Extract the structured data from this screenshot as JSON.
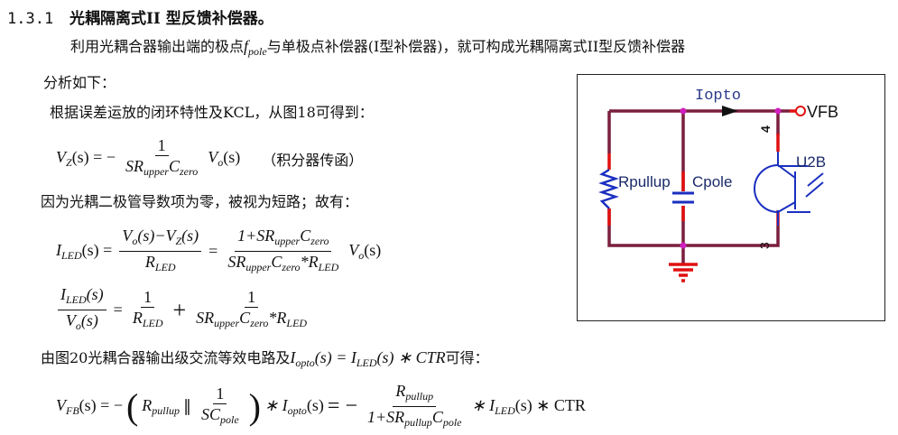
{
  "heading": {
    "number": "1.3.1",
    "title": "光耦隔离式II 型反馈补偿器。"
  },
  "para1": {
    "a": "利用光耦合器输出端的极点",
    "f": "f",
    "f_sub": "pole",
    "b": "与单极点补偿器(I型补偿器)，就可构成光耦隔离式II型反馈补偿器"
  },
  "para2": "分析如下：",
  "para3": "根据误差运放的闭环特性及KCL，从图18可得到：",
  "eq1": {
    "lhs": "V",
    "lhs_sub": "Z",
    "s": "(s) = −",
    "num": "1",
    "den": "SR",
    "den_sub1": "upper",
    "den_c": "C",
    "den_sub2": "zero",
    "rhs": "V",
    "rhs_sub": "o",
    "rhs_s": "(s)",
    "note": "（积分器传函）"
  },
  "para4": "因为光耦二极管导数项为零，被视为短路；故有：",
  "eq2": {
    "lhs": "I",
    "lhs_sub": "LED",
    "s": "(s) =",
    "num1": "V",
    "num1_sub": "o",
    "num1_b": "(s)−V",
    "num1_sub2": "Z",
    "num1_c": "(s)",
    "den1": "R",
    "den1_sub": "LED",
    "eq": "=",
    "num2": "1+SR",
    "num2_sub1": "upper",
    "num2_c": "C",
    "num2_sub2": "zero",
    "den2": "SR",
    "den2_sub1": "upper",
    "den2_c": "C",
    "den2_sub2": "zero",
    "den2_d": "*R",
    "den2_sub3": "LED",
    "rhs": "V",
    "rhs_sub": "o",
    "rhs_s": "(s)"
  },
  "eq3": {
    "num": "I",
    "num_sub": "LED",
    "num_s": "(s)",
    "den": "V",
    "den_sub": "o",
    "den_s": "(s)",
    "eq": "=",
    "n1": "1",
    "d1": "R",
    "d1_sub": "LED",
    "plus": "+",
    "n2": "1",
    "d2": "SR",
    "d2_sub1": "upper",
    "d2_c": "C",
    "d2_sub2": "zero",
    "d2_d": "*R",
    "d2_sub3": "LED"
  },
  "para5": {
    "a": "由图20光耦合器输出级交流等效电路及",
    "i": "I",
    "i_sub": "opto",
    "b": "(s) = I",
    "b_sub": "LED",
    "c": "(s) ∗ CTR",
    "d": "可得："
  },
  "eq4": {
    "lhs": "V",
    "lhs_sub": "FB",
    "s": "(s) = −",
    "lp": "(",
    "r": "R",
    "r_sub": "pullup",
    "par": "∥",
    "n": "1",
    "d": "SC",
    "d_sub": "pole",
    "rp": ")",
    "mul": "∗ I",
    "mul_sub": "opto",
    "mul_s": "(s)",
    "eq": "= −",
    "n2": "R",
    "n2_sub": "pullup",
    "d2": "1+SR",
    "d2_sub1": "pullup",
    "d2_c": "C",
    "d2_sub2": "pole",
    "tail": "∗ I",
    "tail_sub": "LED",
    "tail_s": "(s) ∗ CTR"
  },
  "circuit": {
    "iopto": "Iopto",
    "vfb": "VFB",
    "rpullup": "Rpullup",
    "cpole": "Cpole",
    "u2b": "U2B",
    "pin4": "4",
    "pin3": "3",
    "colors": {
      "wire": "#7a1f3d",
      "pin": "#e01010",
      "component": "#1a2fc0",
      "node": "#d020c0"
    }
  }
}
